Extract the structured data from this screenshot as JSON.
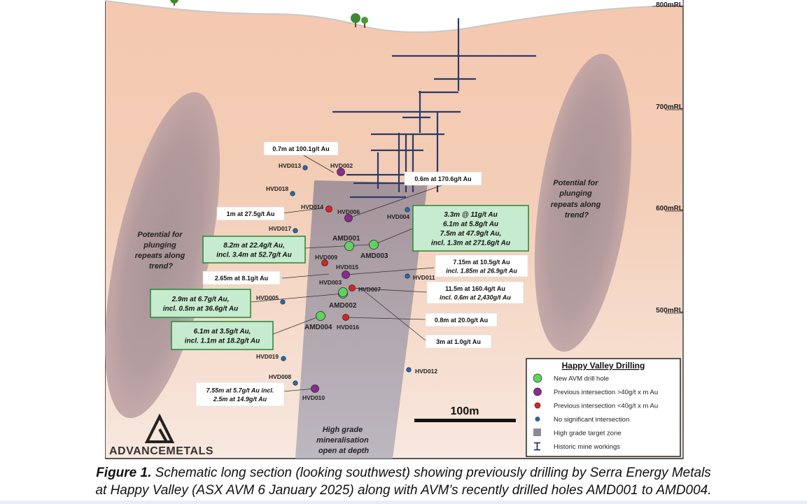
{
  "rl_labels": [
    "800mRL",
    "700mRL",
    "600mRL",
    "500mRL"
  ],
  "potential_text": [
    "Potential for",
    "plunging",
    "repeats along",
    "trend?"
  ],
  "grade_text": [
    "High grade",
    "mineralisation",
    "open at depth"
  ],
  "logo_text": "ADVANCEMETALS",
  "scale_label": "100m",
  "holes": [
    {
      "id": "HVD013",
      "type": "blue"
    },
    {
      "id": "HVD002",
      "type": "purple"
    },
    {
      "id": "HVD018",
      "type": "blue"
    },
    {
      "id": "HVD014",
      "type": "red"
    },
    {
      "id": "HVD006",
      "type": "purple"
    },
    {
      "id": "HVD004",
      "type": "blue"
    },
    {
      "id": "HVD017",
      "type": "blue"
    },
    {
      "id": "AMD001",
      "type": "green"
    },
    {
      "id": "AMD003",
      "type": "green"
    },
    {
      "id": "HVD009",
      "type": "red"
    },
    {
      "id": "HVD015",
      "type": "purple"
    },
    {
      "id": "HVD011",
      "type": "blue"
    },
    {
      "id": "HVD003",
      "type": "green"
    },
    {
      "id": "HVD007",
      "type": "red"
    },
    {
      "id": "AMD002",
      "type": "green"
    },
    {
      "id": "HVD005",
      "type": "blue"
    },
    {
      "id": "AMD004",
      "type": "green"
    },
    {
      "id": "HVD016",
      "type": "red"
    },
    {
      "id": "HVD019",
      "type": "blue"
    },
    {
      "id": "HVD012",
      "type": "blue"
    },
    {
      "id": "HVD008",
      "type": "blue"
    },
    {
      "id": "HVD010",
      "type": "purple"
    }
  ],
  "intersections": [
    {
      "lines": [
        "0.7m at 100.1g/t Au"
      ]
    },
    {
      "lines": [
        "0.6m at 170.6g/t Au"
      ]
    },
    {
      "lines": [
        "1m at 27.5g/t Au"
      ]
    },
    {
      "lines": [
        "3.3m @ 11g/t Au",
        "6.1m at 5.8g/t Au",
        "7.5m at 47.9g/t Au,",
        "incl. 1.3m at 271.6g/t Au"
      ]
    },
    {
      "lines": [
        "8.2m at 22.4g/t Au,",
        "incl. 3.4m at 52.7g/t Au"
      ]
    },
    {
      "lines": [
        "7.15m at 10.5g/t Au",
        "incl. 1.85m at 26.9g/t Au"
      ]
    },
    {
      "lines": [
        "2.65m at 8.1g/t Au"
      ]
    },
    {
      "lines": [
        "11.5m at 160.4g/t Au",
        "incl. 0.6m at 2,430g/t Au"
      ]
    },
    {
      "lines": [
        "2.9m at 6.7g/t Au,",
        "incl. 0.5m at 36.6g/t Au"
      ]
    },
    {
      "lines": [
        "0.8m at 20.0g/t Au"
      ]
    },
    {
      "lines": [
        "6.1m at 3.5g/t Au,",
        "incl. 1.1m at 18.2g/t Au"
      ]
    },
    {
      "lines": [
        "3m at 1.0g/t Au"
      ]
    },
    {
      "lines": [
        "7.55m at 5.7g/t Au incl.",
        "2.5m at 14.9g/t Au"
      ]
    }
  ],
  "legend": {
    "title": "Happy Valley Drilling",
    "items": [
      {
        "label": "New AVM drill hole",
        "symbol": "green"
      },
      {
        "label": "Previous intersection >40g/t x m Au",
        "symbol": "purple"
      },
      {
        "label": "Previous intersection <40g/t x m Au",
        "symbol": "red"
      },
      {
        "label": "No significant intersection",
        "symbol": "blue"
      },
      {
        "label": "High grade target zone",
        "symbol": "zone"
      },
      {
        "label": "Historic mine workings",
        "symbol": "workings"
      }
    ]
  },
  "colors": {
    "green": "#5fd35f",
    "purple": "#8a2c8f",
    "red": "#e02020",
    "blue": "#1f6fc0",
    "zone": "#8d8a98",
    "workings": "#2a3a6b"
  },
  "caption": {
    "label": "Figure 1.",
    "line1": " Schematic long section (looking southwest) showing previously drilling by Serra Energy Metals",
    "line2": "at Happy Valley (ASX AVM 6 January 2025) along with AVM’s recently drilled holes AMD001 to AMD004."
  }
}
